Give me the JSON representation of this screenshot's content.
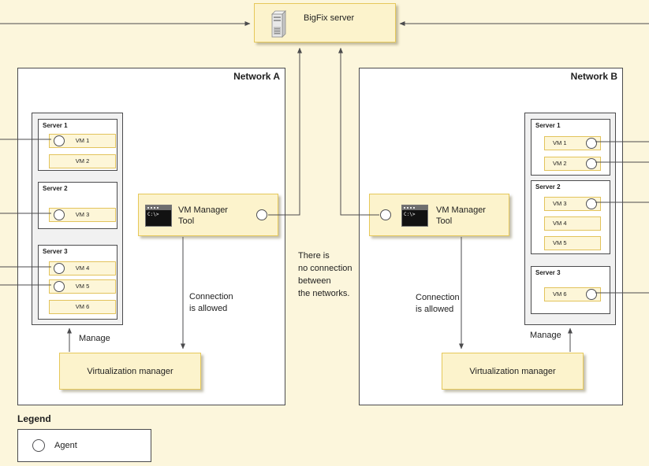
{
  "colors": {
    "background": "#fcf6dc",
    "panel_fill": "#fcf3cc",
    "panel_border": "#e6c85a"
  },
  "bigfix": {
    "label": "BigFix server"
  },
  "middle_note": "There is\nno connection\nbetween\nthe networks.",
  "legend": {
    "title": "Legend",
    "agent_label": "Agent"
  },
  "network_a": {
    "title": "Network A",
    "manage_label": "Manage",
    "connection_label": "Connection\nis allowed",
    "vm_manager": {
      "label": "VM Manager\nTool",
      "prompt": "C:\\>"
    },
    "virtualization_manager_label": "Virtualization manager",
    "servers": [
      {
        "label": "Server 1",
        "vms": [
          {
            "name": "VM 1",
            "agent": true
          },
          {
            "name": "VM 2",
            "agent": false
          }
        ]
      },
      {
        "label": "Server 2",
        "vms": [
          {
            "name": "VM 3",
            "agent": true
          }
        ]
      },
      {
        "label": "Server 3",
        "vms": [
          {
            "name": "VM 4",
            "agent": true
          },
          {
            "name": "VM 5",
            "agent": true
          },
          {
            "name": "VM 6",
            "agent": false
          }
        ]
      }
    ]
  },
  "network_b": {
    "title": "Network B",
    "manage_label": "Manage",
    "connection_label": "Connection\nis allowed",
    "vm_manager": {
      "label": "VM Manager\nTool",
      "prompt": "C:\\>"
    },
    "virtualization_manager_label": "Virtualization manager",
    "servers": [
      {
        "label": "Server 1",
        "vms": [
          {
            "name": "VM 1",
            "agent": true
          },
          {
            "name": "VM 2",
            "agent": true
          }
        ]
      },
      {
        "label": "Server 2",
        "vms": [
          {
            "name": "VM 3",
            "agent": true
          },
          {
            "name": "VM 4",
            "agent": false
          },
          {
            "name": "VM 5",
            "agent": false
          }
        ]
      },
      {
        "label": "Server 3",
        "vms": [
          {
            "name": "VM 6",
            "agent": true
          }
        ]
      }
    ]
  }
}
